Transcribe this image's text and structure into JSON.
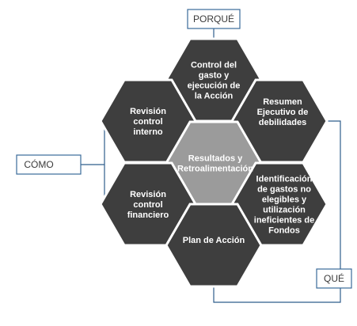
{
  "colors": {
    "hex_dark": "#3e3e3e",
    "hex_center": "#9b9b9b",
    "hex_text": "#ffffff",
    "connector": "#2f5d8c",
    "box_border": "#3a6a99",
    "box_text": "#3a3a3a"
  },
  "boxes": {
    "porque": "PORQUÉ",
    "como": "CÓMO",
    "que": "QUÉ"
  },
  "hexagons": {
    "top": [
      "Control del",
      "gasto y",
      "ejecución de",
      "la Acción"
    ],
    "upper_left": [
      "Revisión",
      "control",
      "interno"
    ],
    "upper_right": [
      "Resumen",
      "Ejecutivo de",
      "debilidades"
    ],
    "center": [
      "Resultados y",
      "Retroalimentación"
    ],
    "lower_left": [
      "Revisión",
      "control",
      "financiero"
    ],
    "lower_right": [
      "Identificación",
      "de gastos no",
      "elegibles y",
      "utilización",
      "ineficientes de",
      "Fondos"
    ],
    "bottom": [
      "Plan de Acción"
    ]
  }
}
